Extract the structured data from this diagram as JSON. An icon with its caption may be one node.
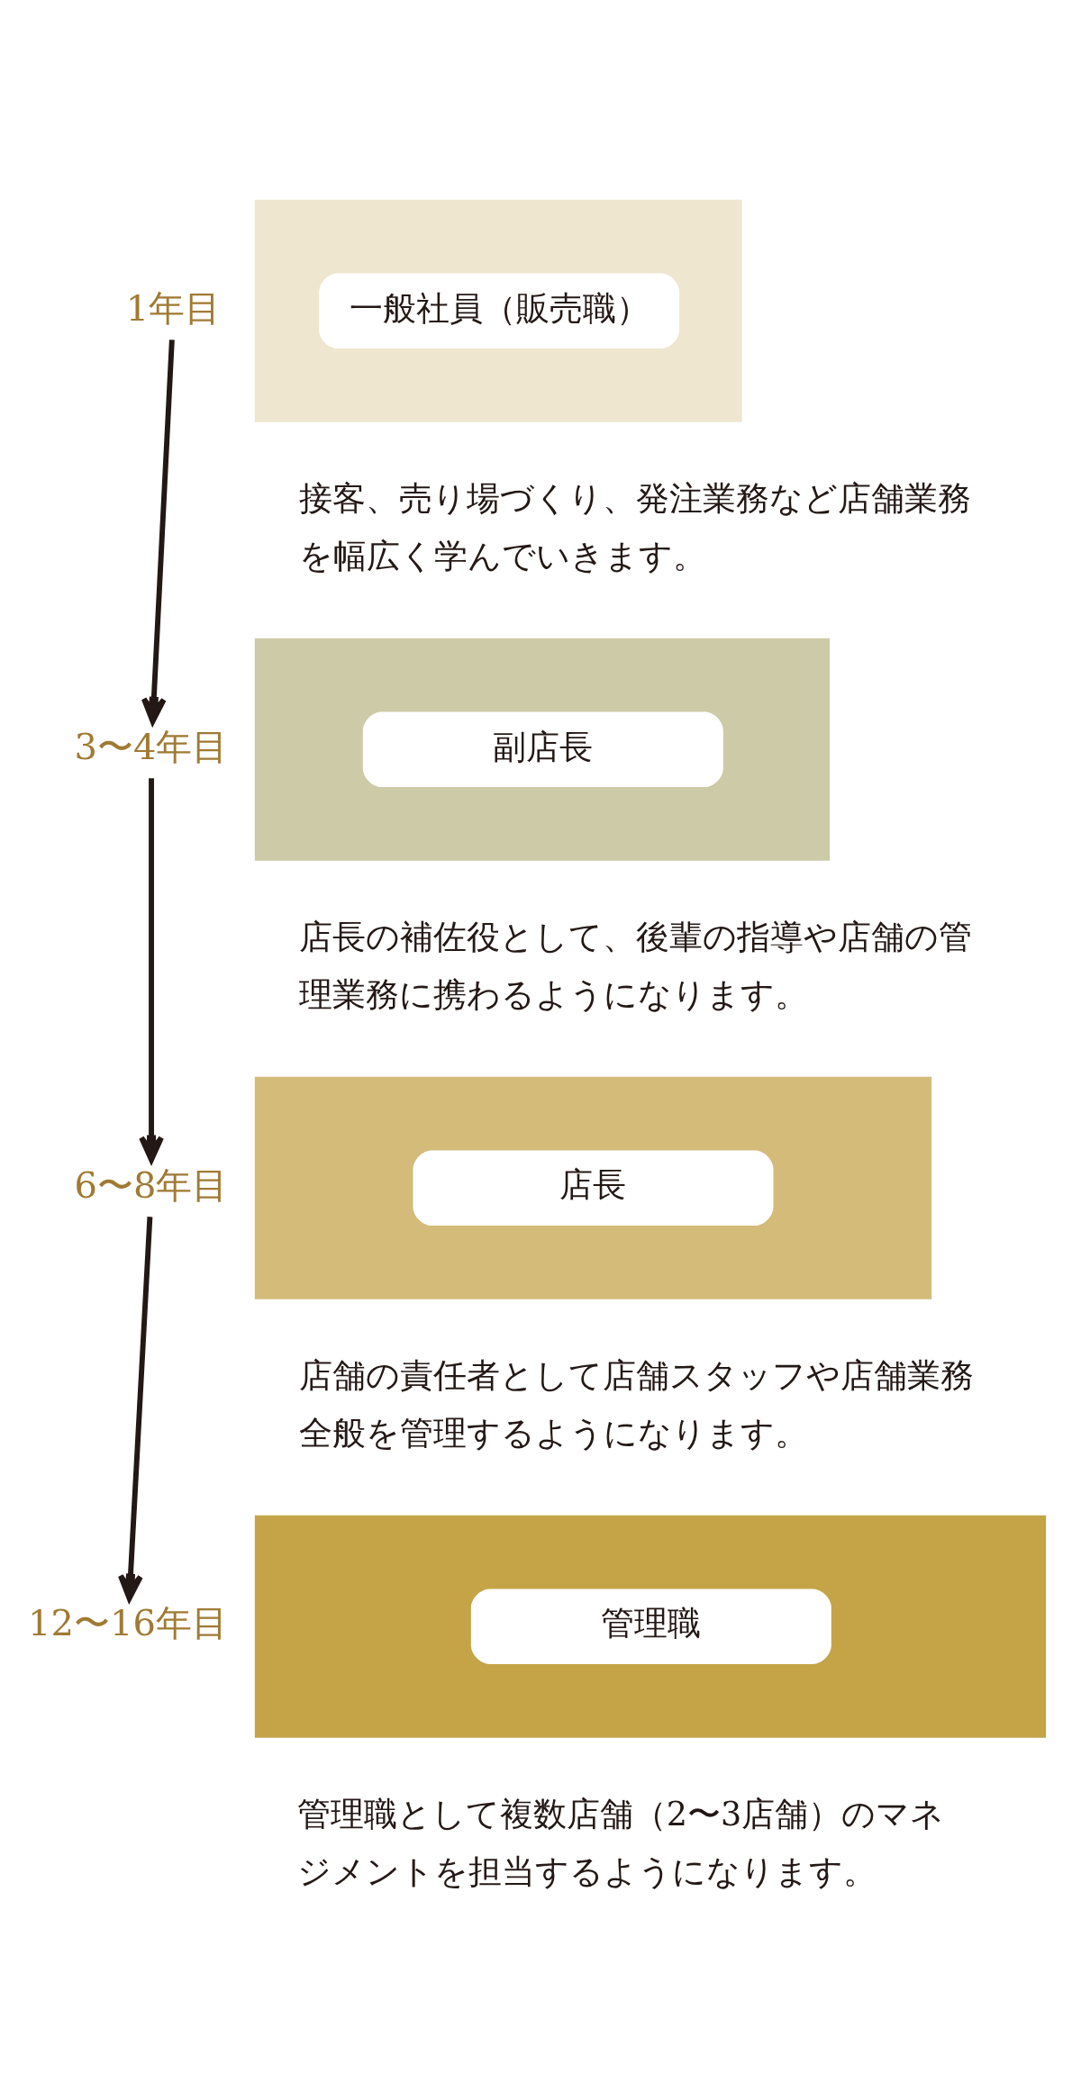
{
  "diagram": {
    "nodes": [
      {
        "text": [
          "1年目"
        ]
      },
      {
        "text": [],
        "shape": "box",
        "beside": [
          "接客、売り場づくり、発注業務など店舗業務を幅広く学んでいきます。"
        ]
      },
      {
        "text": [
          "一般社員（販売職）"
        ],
        "in": 1
      },
      {
        "text": [
          "3〜4年目"
        ]
      },
      {
        "text": [],
        "shape": "box",
        "beside": [
          "店長の補佐役として、後輩の指導や店舗の管理業務に携わるようになります。"
        ]
      },
      {
        "text": [
          "副店長"
        ],
        "in": 4
      },
      {
        "text": [
          "6〜8年目"
        ]
      },
      {
        "text": [],
        "shape": "box",
        "beside": [
          "店舗の責任者として店舗スタッフや店舗業務全般を管理するようになります。"
        ]
      },
      {
        "text": [
          "店長"
        ],
        "in": 7
      },
      {
        "text": [
          "12〜16年目"
        ]
      },
      {
        "text": [],
        "shape": "box",
        "beside": [
          "管理職として複数店舗（2〜3店舗）のマネジメントを担当するようになります。"
        ]
      },
      {
        "text": [
          "管理職"
        ],
        "in": 10
      }
    ],
    "edges": [
      {
        "from": 0,
        "to": 3,
        "arrow": "to"
      },
      {
        "from": 3,
        "to": 6,
        "arrow": "to"
      },
      {
        "from": 6,
        "to": 9,
        "arrow": "to"
      }
    ]
  }
}
